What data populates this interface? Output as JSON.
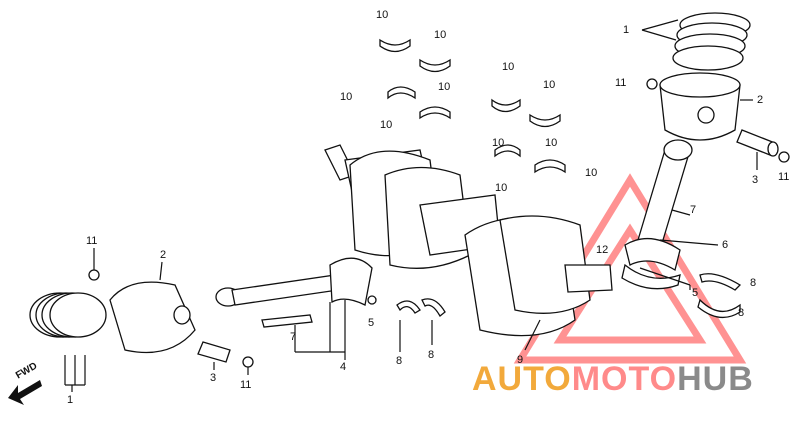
{
  "labels": {
    "ring_top": "1",
    "piston_right": "2",
    "pin_right": "3",
    "clip_right_top": "11",
    "clip_right_bottom": "11",
    "bolt_right": "7",
    "rod_right": "6",
    "nut_right": "5",
    "bearing_right_top": "8",
    "bearing_right_bottom": "8",
    "clip_center": "12",
    "crank_bearing_1": "10",
    "crank_bearing_2": "10",
    "crank_bearing_3": "10",
    "crank_bearing_4": "10",
    "crank_bearing_5": "10",
    "crank_bearing_6": "10",
    "crank_bearing_7": "10",
    "crank_bearing_8": "10",
    "crank_bearing_9": "10",
    "crank_bearing_10": "10",
    "crank_bearing_11": "10",
    "clip_left_top": "11",
    "piston_left": "2",
    "ring_left": "1",
    "pin_left": "3",
    "clip_left_bottom": "11",
    "bolt_left": "7",
    "rod_left": "4",
    "nut_left": "5",
    "bearing_left_1": "8",
    "bearing_left_2": "8",
    "crankshaft": "9"
  },
  "fwd_text": "FWD",
  "watermark": {
    "part1": "AUTO",
    "part2": "MOTO",
    "part3": "HUB"
  },
  "colors": {
    "watermark_orange": "#f2a93b",
    "watermark_red": "#ff8a8a",
    "watermark_gray": "#8a8a8a"
  }
}
